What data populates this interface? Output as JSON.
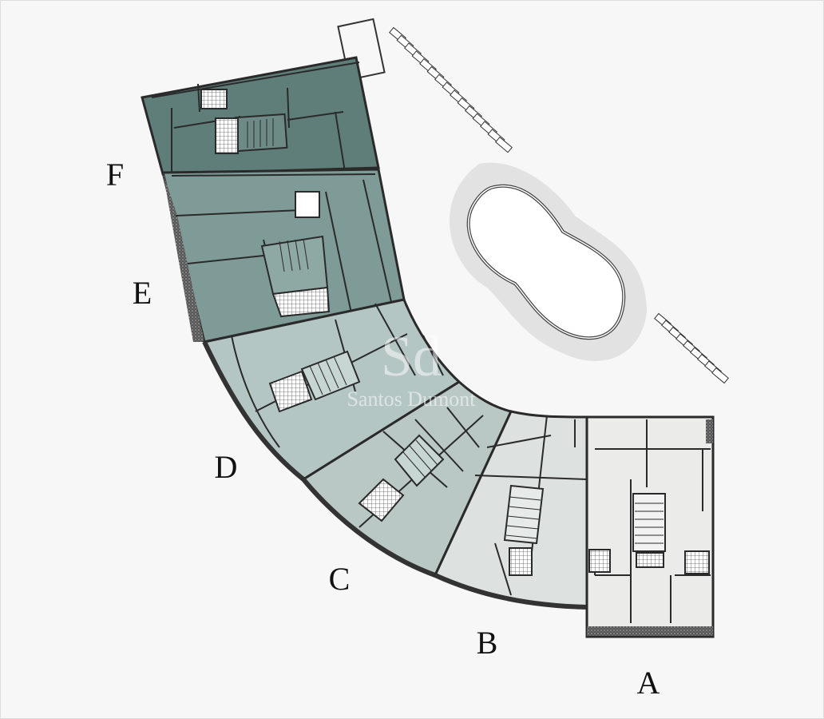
{
  "blocks": [
    {
      "id": "A",
      "label": "A",
      "color": "#ebebea"
    },
    {
      "id": "B",
      "label": "B",
      "color": "#dde2e0"
    },
    {
      "id": "C",
      "label": "C",
      "color": "#b9c8c5"
    },
    {
      "id": "D",
      "label": "D",
      "color": "#b4c6c3"
    },
    {
      "id": "E",
      "label": "E",
      "color": "#7e9b97"
    },
    {
      "id": "F",
      "label": "F",
      "color": "#5f7e7a"
    }
  ],
  "watermark": {
    "monogram": "Sd",
    "brand": "Santos Dumont"
  },
  "colors": {
    "background": "#f7f7f7",
    "wall": "#2a2a2a",
    "pool_deck": "#e2e2e2",
    "pool_water": "#ffffff"
  }
}
